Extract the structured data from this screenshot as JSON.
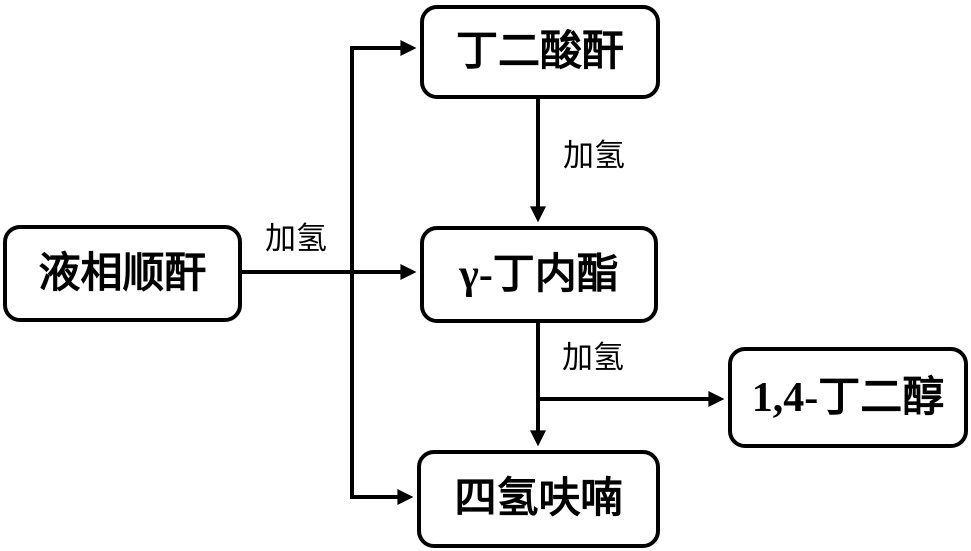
{
  "diagram": {
    "background_color": "#ffffff",
    "line_color": "#000000",
    "nodes": [
      {
        "id": "liquid-maleic-anhydride",
        "label": "液相顺酐"
      },
      {
        "id": "succinic-anhydride",
        "label": "丁二酸酐"
      },
      {
        "id": "gamma-butyrolactone",
        "label": "γ-丁内酯"
      },
      {
        "id": "butanediol-1-4",
        "label": "1,4-丁二醇"
      },
      {
        "id": "tetrahydrofuran",
        "label": "四氢呋喃"
      }
    ],
    "edges": [
      {
        "from": "液相顺酐",
        "to": "丁二酸酐",
        "label": ""
      },
      {
        "from": "液相顺酐",
        "to": "γ-丁内酯",
        "label": "加氢"
      },
      {
        "from": "液相顺酐",
        "to": "四氢呋喃",
        "label": ""
      },
      {
        "from": "丁二酸酐",
        "to": "γ-丁内酯",
        "label": "加氢"
      },
      {
        "from": "γ-丁内酯",
        "to": "1,4-丁二醇",
        "label": ""
      },
      {
        "from": "γ-丁内酯",
        "to": "四氢呋喃",
        "label": "加氢"
      }
    ]
  }
}
